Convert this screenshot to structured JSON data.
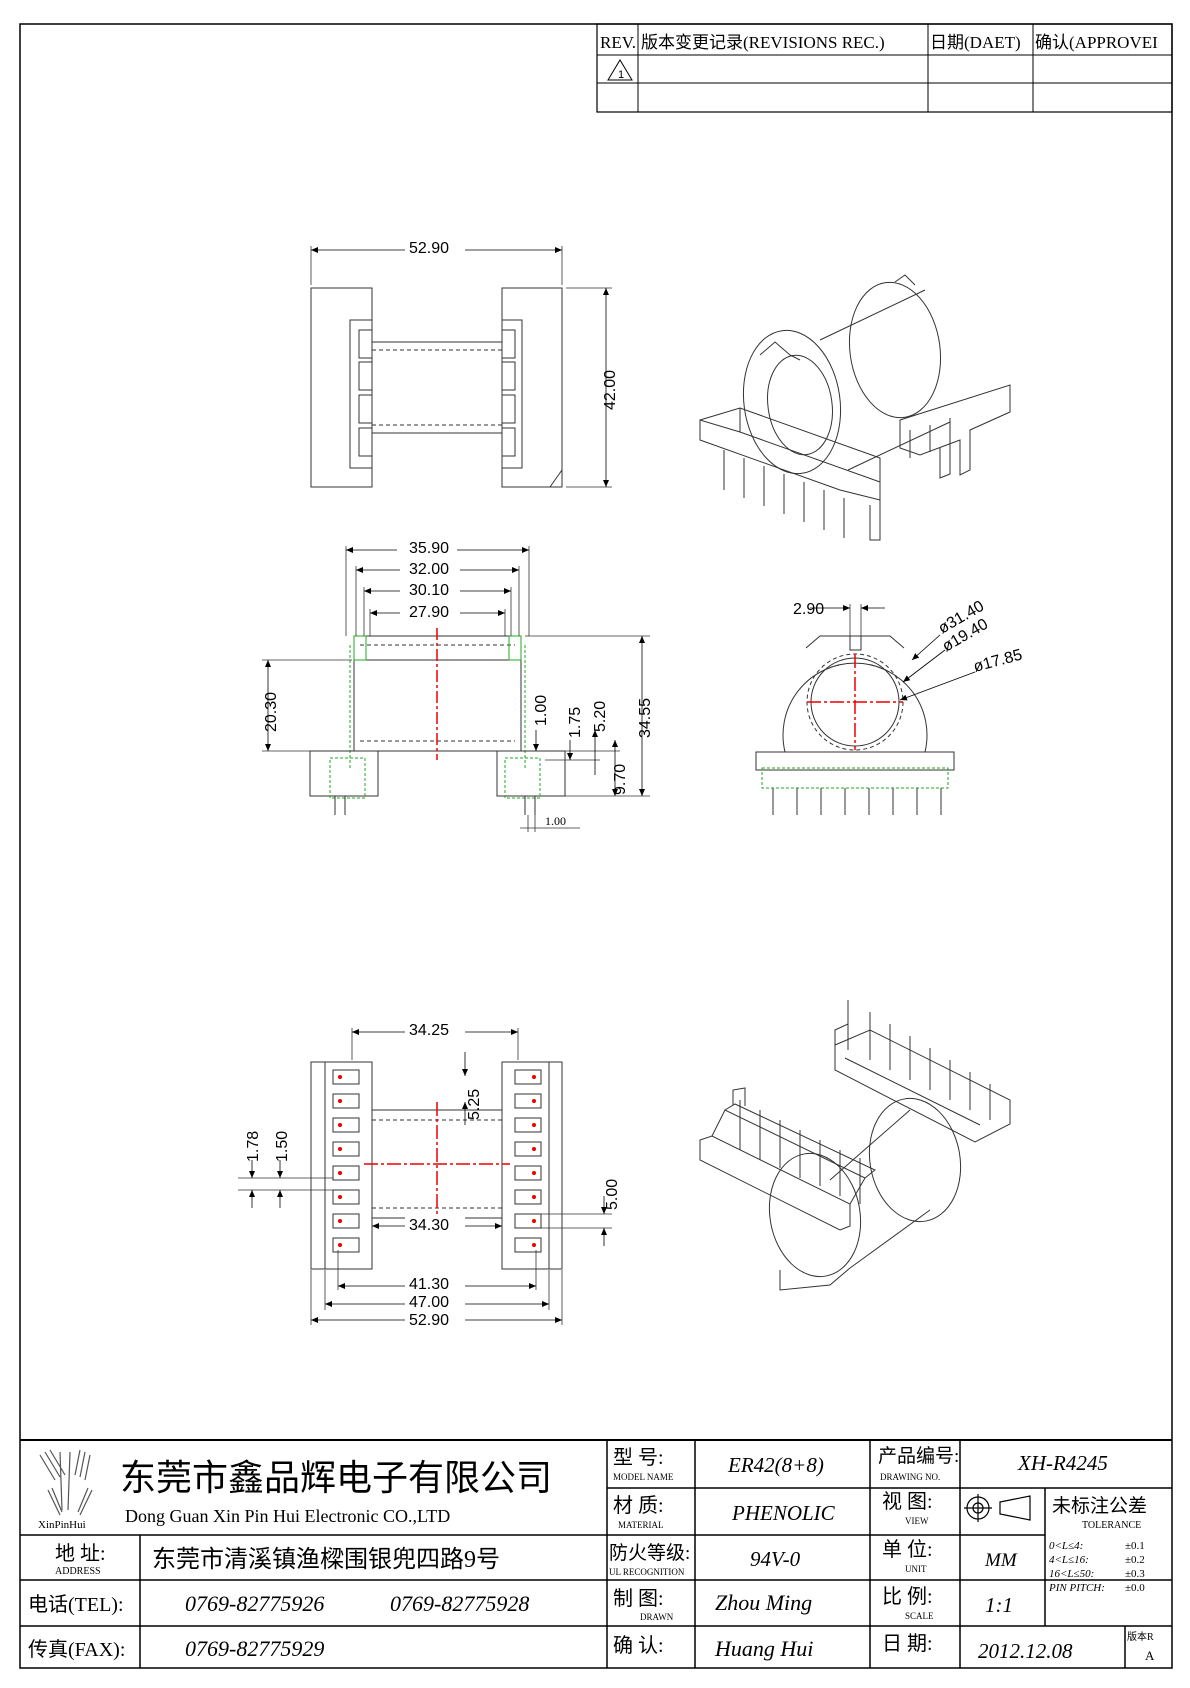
{
  "revision_table": {
    "col_rev": "REV.",
    "col_record": "版本变更记录(REVISIONS REC.)",
    "col_date": "日期(DAET)",
    "col_approve": "确认(APPROVEI",
    "row1_symbol": "1"
  },
  "dimensions": {
    "top_width": "52.90",
    "top_height": "42.00",
    "side_w1": "35.90",
    "side_w2": "32.00",
    "side_w3": "30.10",
    "side_w4": "27.90",
    "side_h_left": "20.30",
    "side_d1": "1.00",
    "side_d2": "1.75",
    "side_d3": "5.20",
    "side_total": "34.55",
    "side_pin": "9.70",
    "side_pin_w": "1.00",
    "end_slot": "2.90",
    "end_d1": "ø31.40",
    "end_d2": "ø19.40",
    "end_d3": "ø17.85",
    "bottom_w_top": "34.25",
    "bottom_h1": "5.25",
    "bottom_p1": "1.78",
    "bottom_p2": "1.50",
    "bottom_mid": "34.30",
    "bottom_r": "5.00",
    "bottom_w1": "41.30",
    "bottom_w2": "47.00",
    "bottom_w3": "52.90"
  },
  "title_block": {
    "logo_text": "XinPinHui",
    "company_cn": "东莞市鑫品辉电子有限公司",
    "company_en": "Dong Guan Xin Pin Hui Electronic CO.,LTD",
    "address_label_cn": "地 址:",
    "address_label_en": "ADDRESS",
    "address_value": "东莞市清溪镇渔樑围银兜四路9号",
    "tel_label": "电话(TEL):",
    "tel_value1": "0769-82775926",
    "tel_value2": "0769-82775928",
    "fax_label": "传真(FAX):",
    "fax_value": "0769-82775929",
    "model_label_cn": "型 号:",
    "model_label_en": "MODEL NAME",
    "model_value": "ER42(8+8)",
    "material_label_cn": "材 质:",
    "material_label_en": "MATERIAL",
    "material_value": "PHENOLIC",
    "fire_label_cn": "防火等级:",
    "fire_label_en": "UL RECOGNITION",
    "fire_value": "94V-0",
    "drawn_label_cn": "制 图:",
    "drawn_label_en": "DRAWN",
    "drawn_value": "Zhou Ming",
    "confirm_label_cn": "确 认:",
    "confirm_value": "Huang Hui",
    "drawing_no_label_cn": "产品编号:",
    "drawing_no_label_en": "DRAWING NO.",
    "drawing_no_value": "XH-R4245",
    "view_label_cn": "视 图:",
    "view_label_en": "VIEW",
    "unit_label_cn": "单 位:",
    "unit_label_en": "UNIT",
    "unit_value": "MM",
    "scale_label_cn": "比 例:",
    "scale_label_en": "SCALE",
    "scale_value": "1:1",
    "date_label_cn": "日 期:",
    "date_value": "2012.12.08",
    "version_label": "版本R",
    "version_value": "A",
    "tolerance_title_cn": "未标注公差",
    "tolerance_title_en": "TOLERANCE",
    "tol_r1_range": "0<L≤4:",
    "tol_r1_val": "±0.1",
    "tol_r2_range": "4<L≤16:",
    "tol_r2_val": "±0.2",
    "tol_r3_range": "16<L≤50:",
    "tol_r3_val": "±0.3",
    "tol_r4_range": "PIN PITCH:",
    "tol_r4_val": "±0.0"
  }
}
